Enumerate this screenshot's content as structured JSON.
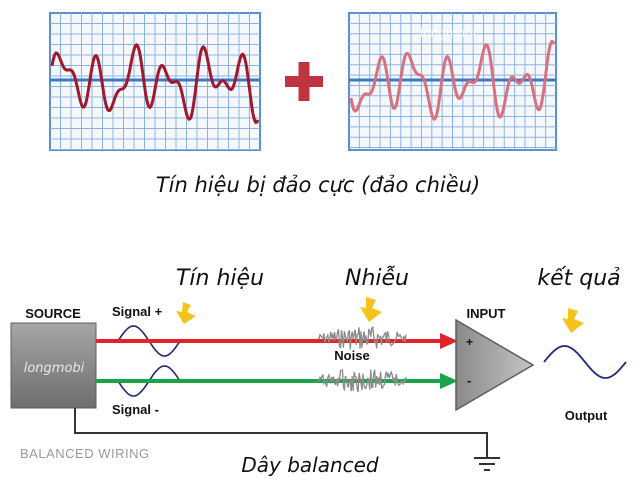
{
  "top": {
    "caption": "Tín hiệu bị đảo cực (đảo chiều)",
    "watermark": "longmobi",
    "colors": {
      "grid": "#5a8fd0",
      "grid_bg": "#f4f8fd",
      "wave1": "#a0192a",
      "wave2": "#d9707d",
      "plus": "#c0343f"
    }
  },
  "bottom": {
    "label_signal": "Tín hiệu",
    "label_noise": "Nhiễu",
    "label_result": "kết quả",
    "source": "SOURCE",
    "source_watermark": "longmobi",
    "signal_plus": "Signal +",
    "signal_minus": "Signal -",
    "noise": "Noise",
    "input": "INPUT",
    "plus_sign": "+",
    "minus_sign": "-",
    "output": "Output",
    "balanced_wiring": "BALANCED WIRING",
    "caption": "Dây balanced",
    "colors": {
      "red_line": "#e0242a",
      "green_line": "#1aa34a",
      "arrow": "#f6c31c",
      "box": "#7c7c7c",
      "opamp": "#9a9a9a",
      "wave": "#1f2a78"
    }
  }
}
